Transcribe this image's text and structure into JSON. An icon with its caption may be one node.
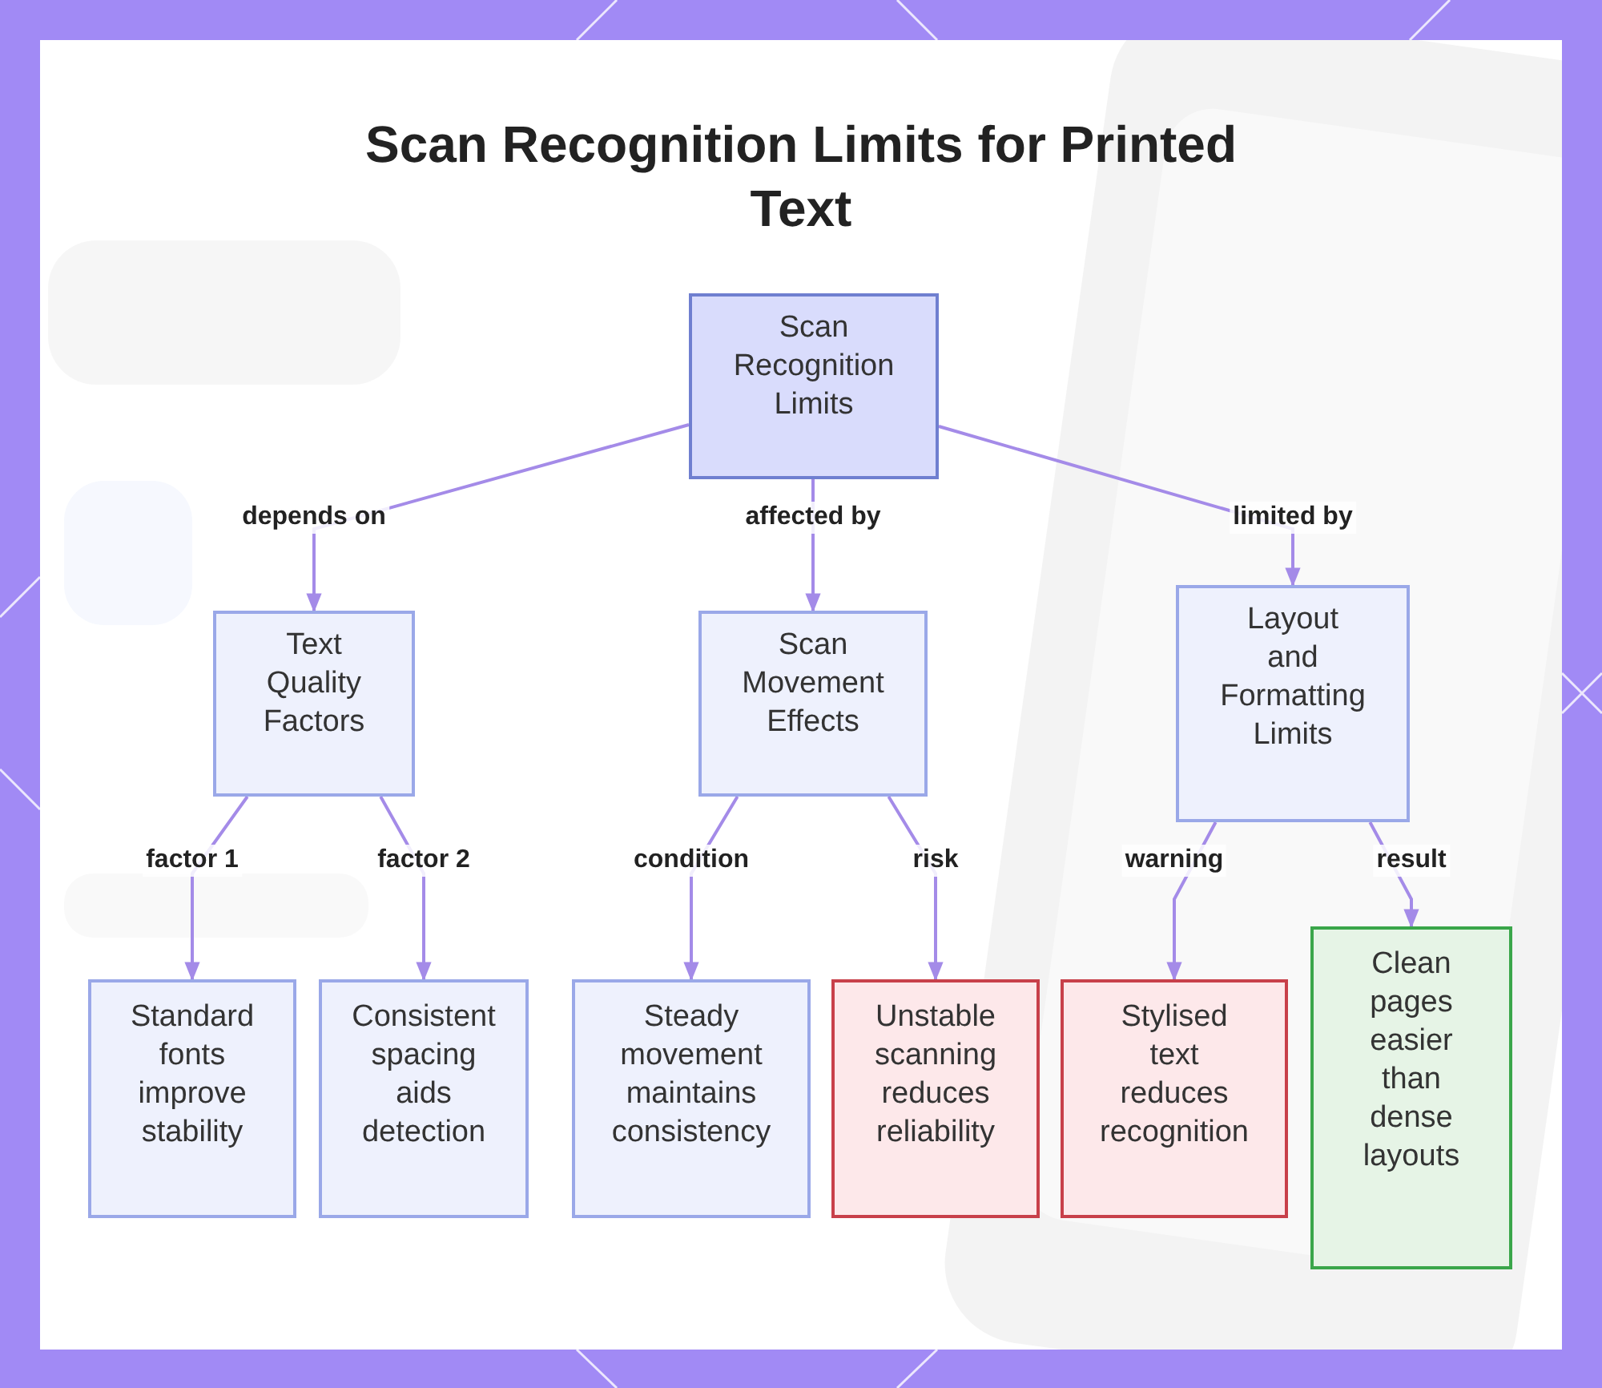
{
  "diagram": {
    "title": "Scan Recognition Limits for Printed Text",
    "nodes": [
      {
        "text": [
          "Scan Recognition Limits"
        ]
      },
      {
        "text": [
          "Text Quality Factors"
        ]
      },
      {
        "text": [
          "Scan Movement Effects"
        ]
      },
      {
        "text": [
          "Layout and Formatting Limits"
        ]
      },
      {
        "text": [
          "Standard fonts improve stability"
        ]
      },
      {
        "text": [
          "Consistent spacing aids detection"
        ]
      },
      {
        "text": [
          "Steady movement maintains consistency"
        ]
      },
      {
        "text": [
          "Unstable scanning reduces reliability"
        ]
      },
      {
        "text": [
          "Stylised text reduces recognition"
        ]
      },
      {
        "text": [
          "Clean pages easier than dense layouts"
        ]
      }
    ],
    "edges": [
      {
        "from": 0,
        "to": 1,
        "arrow": "to",
        "label": "depends on"
      },
      {
        "from": 0,
        "to": 2,
        "arrow": "to",
        "label": "affected by"
      },
      {
        "from": 0,
        "to": 3,
        "arrow": "to",
        "label": "limited by"
      },
      {
        "from": 1,
        "to": 4,
        "arrow": "to",
        "label": "factor 1"
      },
      {
        "from": 1,
        "to": 5,
        "arrow": "to",
        "label": "factor 2"
      },
      {
        "from": 2,
        "to": 6,
        "arrow": "to",
        "label": "condition"
      },
      {
        "from": 2,
        "to": 7,
        "arrow": "to",
        "label": "risk"
      },
      {
        "from": 3,
        "to": 8,
        "arrow": "to",
        "label": "warning"
      },
      {
        "from": 3,
        "to": 9,
        "arrow": "to",
        "label": "result"
      }
    ]
  }
}
